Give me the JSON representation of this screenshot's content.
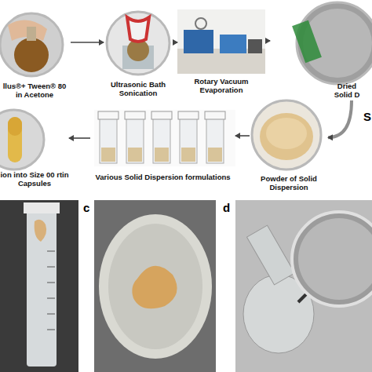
{
  "diagram": {
    "nodes": [
      {
        "text": [
          "llus®+ Tween® 80 in Acetone"
        ]
      },
      {
        "text": [
          "Ultrasonic Bath Sonication"
        ]
      },
      {
        "text": [
          "Rotary Vacuum Evaporation"
        ]
      },
      {
        "text": [
          "Dried Solid D"
        ]
      },
      {
        "text": [
          "ion into Size 00 rtin Capsules"
        ]
      },
      {
        "text": [
          "Various Solid Dispersion formulations"
        ]
      },
      {
        "text": [
          "Powder of Solid Dispersion"
        ]
      }
    ],
    "edges": [
      {
        "from": 0,
        "to": 1,
        "arrow": "to"
      },
      {
        "from": 1,
        "to": 2,
        "arrow": "to"
      },
      {
        "from": 2,
        "to": 3,
        "arrow": "to"
      },
      {
        "from": 3,
        "to": 6,
        "arrow": "to"
      },
      {
        "from": 6,
        "to": 5,
        "arrow": "to"
      },
      {
        "from": 5,
        "to": 4,
        "arrow": "to"
      }
    ],
    "labels": [
      "S",
      "c",
      "d"
    ]
  }
}
